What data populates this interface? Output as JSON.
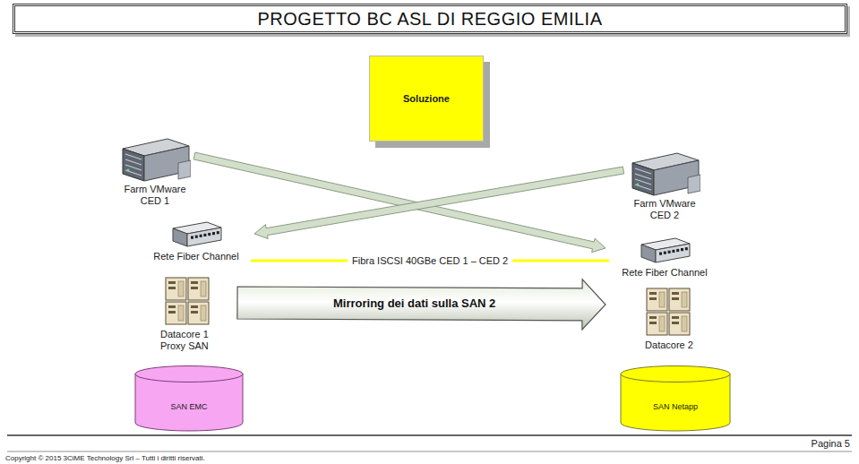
{
  "diagram": {
    "title": "PROGETTO BC ASL DI REGGIO EMILIA",
    "nodes": [
      {
        "text": [
          "Soluzione"
        ]
      },
      {
        "text": [
          "Farm VMware CED 1"
        ]
      },
      {
        "text": [
          "Rete Fiber Channel"
        ]
      },
      {
        "text": [
          "Datacore 1 Proxy SAN"
        ]
      },
      {
        "text": [
          "SAN EMC"
        ]
      },
      {
        "text": [
          "Farm VMware CED 2"
        ]
      },
      {
        "text": [
          "Rete Fiber Channel"
        ]
      },
      {
        "text": [
          "Datacore 2"
        ]
      },
      {
        "text": [
          "SAN Netapp"
        ]
      }
    ],
    "edges": [
      {
        "from": 1,
        "to": 6,
        "arrow": "to"
      },
      {
        "from": 5,
        "to": 2,
        "arrow": "to"
      },
      {
        "from": 2,
        "to": 6,
        "label": "Fibra ISCSI 40GBe CED 1 – CED 2",
        "arrow": "none"
      },
      {
        "from": 3,
        "to": 7,
        "label": "Mirroring dei dati sulla SAN 2",
        "arrow": "to"
      }
    ],
    "labels": [
      "Pagina 5",
      "Copyright © 2015 3CiME Technology Srl – Tutti i diritti riservati."
    ]
  }
}
